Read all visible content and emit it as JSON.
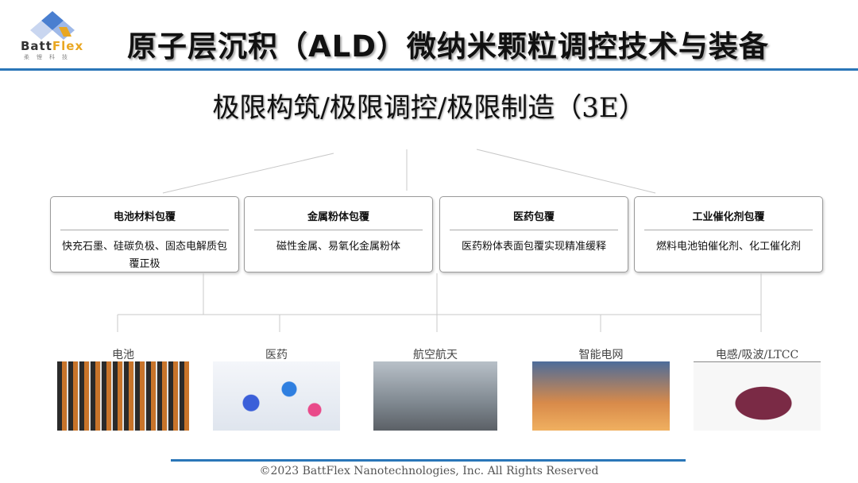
{
  "logo": {
    "brand_a": "Batt",
    "brand_b": "Flex",
    "subtitle": "柔锂科技"
  },
  "title": "原子层沉积（ALD）微纳米颗粒调控技术与装备",
  "subtitle": "极限构筑/极限调控/极限制造（3E）",
  "boxes": [
    {
      "heading": "电池材料包覆",
      "desc": "快充石墨、硅碳负极、固态电解质包覆正极"
    },
    {
      "heading": "金属粉体包覆",
      "desc": "磁性金属、易氧化金属粉体"
    },
    {
      "heading": "医药包覆",
      "desc": "医药粉体表面包覆实现精准缓释"
    },
    {
      "heading": "工业催化剂包覆",
      "desc": "燃料电池铂催化剂、化工催化剂"
    }
  ],
  "applications": [
    {
      "label": "电池"
    },
    {
      "label": "医药"
    },
    {
      "label": "航空航天"
    },
    {
      "label": "智能电网"
    },
    {
      "label": "电感/吸波/LTCC"
    }
  ],
  "footer": "©2023 BattFlex Nanotechnologies, Inc. All Rights Reserved",
  "colors": {
    "accent": "#2a76b8"
  }
}
